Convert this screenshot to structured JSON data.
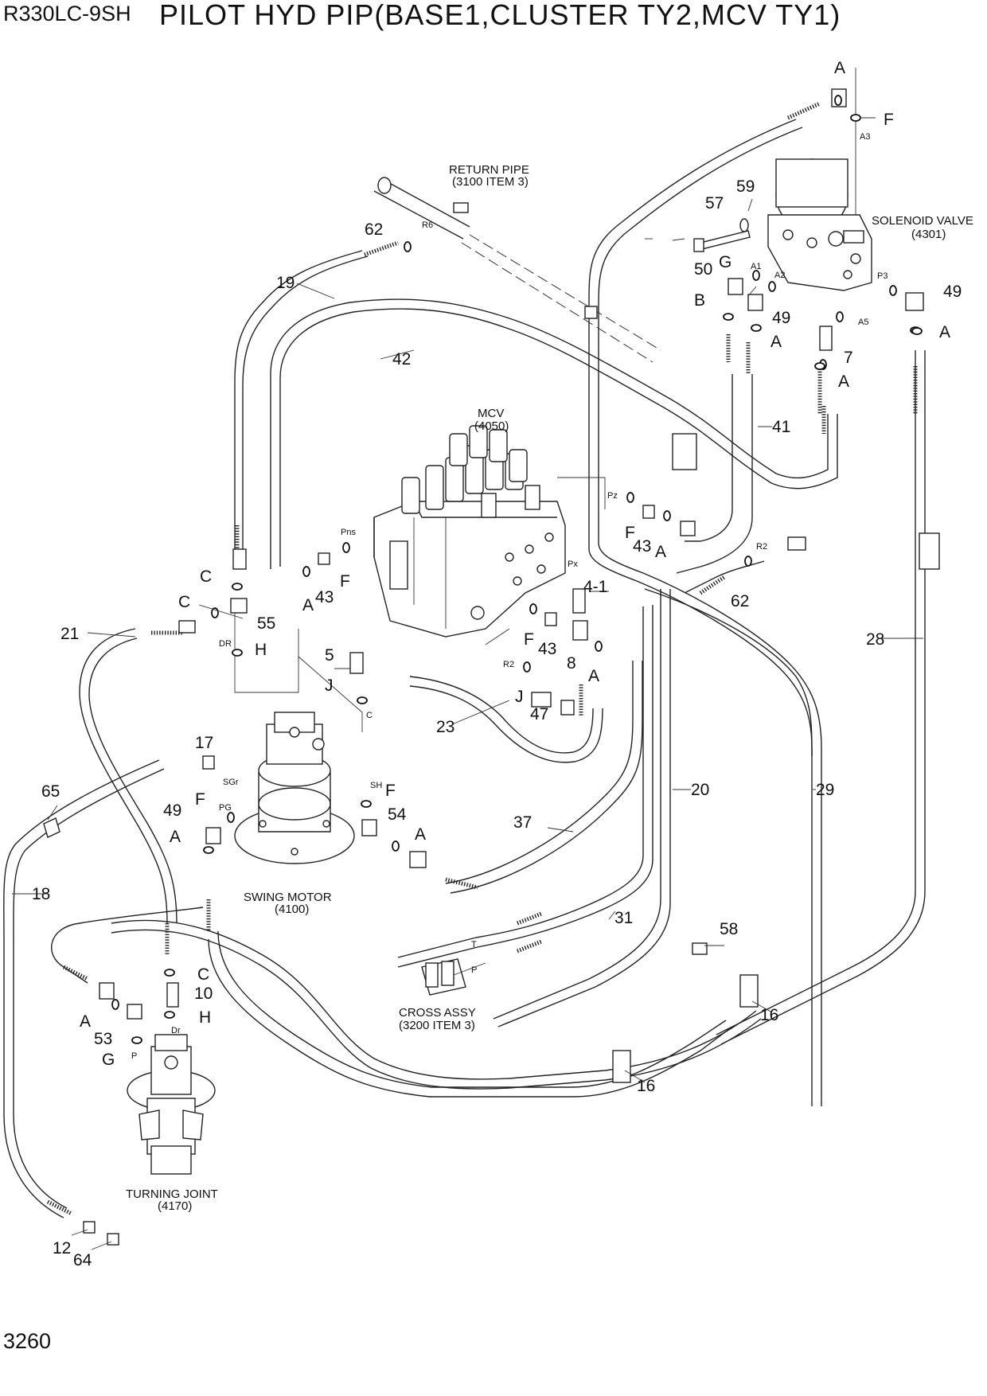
{
  "header": {
    "model": "R330LC-9SH",
    "title": "PILOT HYD PIP(BASE1,CLUSTER TY2,MCV TY1)"
  },
  "footer": {
    "page_number": "3260"
  },
  "components": {
    "return_pipe": [
      "RETURN PIPE",
      "(3100 ITEM 3)"
    ],
    "solenoid_valve": [
      "SOLENOID VALVE",
      "(4301)"
    ],
    "mcv": [
      "MCV",
      "(4050)"
    ],
    "swing_motor": [
      "SWING MOTOR",
      "(4100)"
    ],
    "cross_assy": [
      "CROSS ASSY",
      "(3200 ITEM 3)"
    ],
    "turning_joint": [
      "TURNING JOINT",
      "(4170)"
    ]
  },
  "callouts": [
    "A",
    "F",
    "59",
    "57",
    "50",
    "G",
    "B",
    "49",
    "49",
    "A",
    "7",
    "A",
    "A",
    "62",
    "19",
    "42",
    "41",
    "MCV",
    "C",
    "C",
    "55",
    "H",
    "21",
    "A",
    "43",
    "F",
    "F",
    "43",
    "A",
    "4-1",
    "F",
    "43",
    "8",
    "A",
    "R2",
    "5",
    "J",
    "23",
    "J",
    "47",
    "62",
    "28",
    "17",
    "F",
    "54",
    "49",
    "F",
    "A",
    "A",
    "37",
    "20",
    "29",
    "65",
    "18",
    "31",
    "58",
    "16",
    "16",
    "C",
    "10",
    "A",
    "53",
    "H",
    "G",
    "12",
    "64"
  ],
  "ports": [
    "A3",
    "A1",
    "A2",
    "P3",
    "A5",
    "R6",
    "Pns",
    "Pz",
    "Px",
    "R2",
    "DR",
    "C",
    "SGr",
    "PG",
    "SH",
    "T",
    "P",
    "Dr",
    "P"
  ]
}
